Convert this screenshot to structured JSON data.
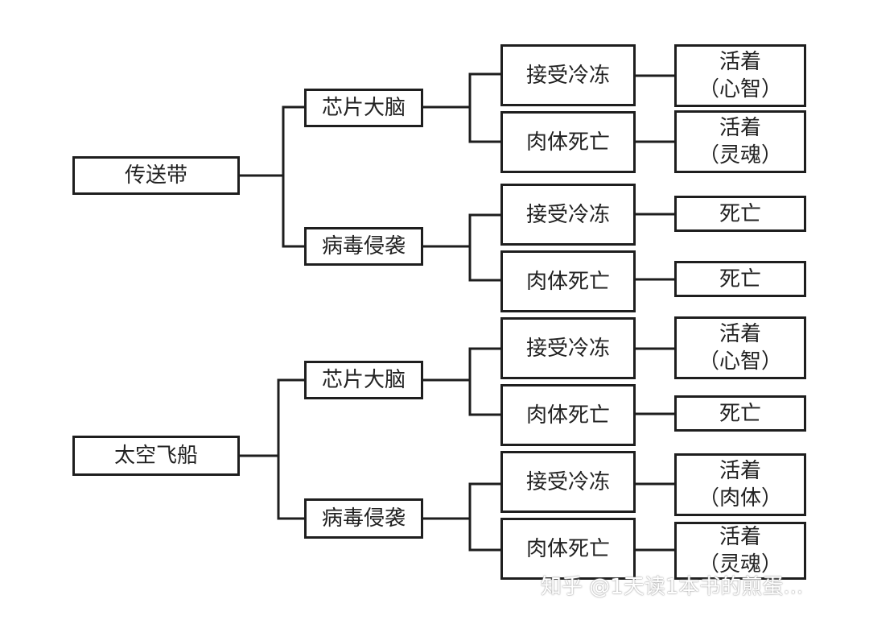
{
  "diagram": {
    "roots": [
      {
        "label": "传送带",
        "children": [
          {
            "label": "芯片大脑",
            "children": [
              {
                "label": "接受冷冻",
                "result": [
                  "活着",
                  "（心智）"
                ]
              },
              {
                "label": "肉体死亡",
                "result": [
                  "活着",
                  "（灵魂）"
                ]
              }
            ]
          },
          {
            "label": "病毒侵袭",
            "children": [
              {
                "label": "接受冷冻",
                "result": [
                  "死亡"
                ]
              },
              {
                "label": "肉体死亡",
                "result": [
                  "死亡"
                ]
              }
            ]
          }
        ]
      },
      {
        "label": "太空飞船",
        "children": [
          {
            "label": "芯片大脑",
            "children": [
              {
                "label": "接受冷冻",
                "result": [
                  "活着",
                  "（心智）"
                ]
              },
              {
                "label": "肉体死亡",
                "result": [
                  "死亡"
                ]
              }
            ]
          },
          {
            "label": "病毒侵袭",
            "children": [
              {
                "label": "接受冷冻",
                "result": [
                  "活着",
                  "（肉体）"
                ]
              },
              {
                "label": "肉体死亡",
                "result": [
                  "活着",
                  "（灵魂）"
                ]
              }
            ]
          }
        ]
      }
    ]
  },
  "watermark": "知乎 @1天读1本书的煎蛋..."
}
